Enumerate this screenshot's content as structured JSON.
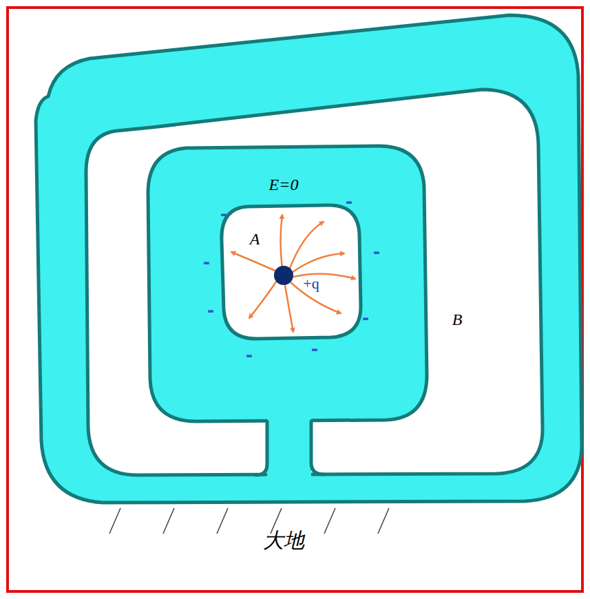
{
  "diagram": {
    "labels": [
      "E=0",
      "A",
      "+q",
      "B",
      "大地",
      "-",
      "-",
      "-",
      "-",
      "-",
      "-",
      "-",
      "-"
    ]
  }
}
